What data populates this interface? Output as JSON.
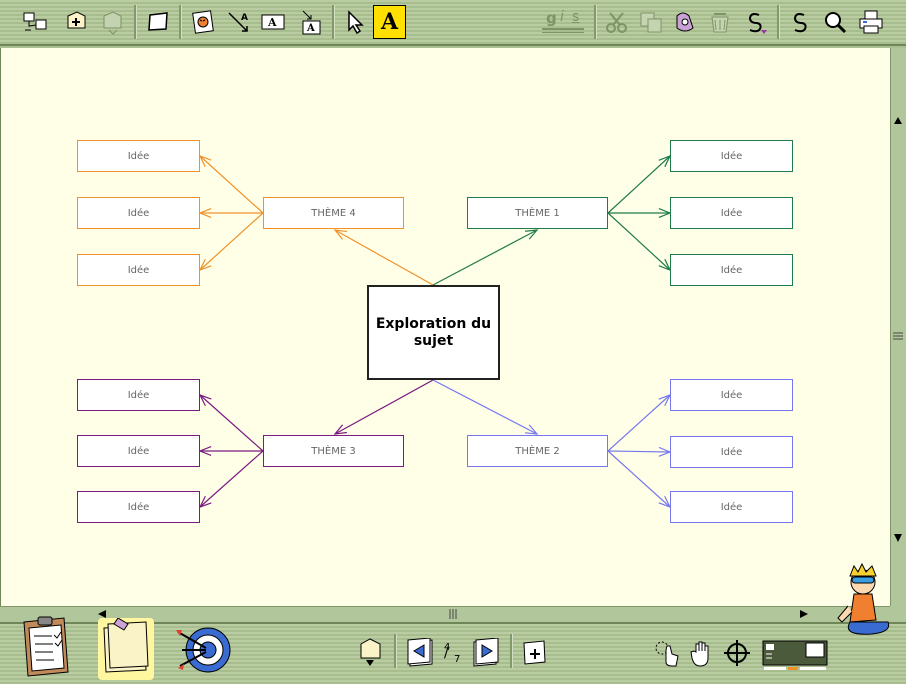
{
  "toolbar": {
    "format_letters": [
      "g",
      "i",
      "s"
    ],
    "text_tool_glyph": "A",
    "label_glyph": "A"
  },
  "map": {
    "central": "Exploration du sujet",
    "themes": [
      {
        "label": "THÈME 1",
        "color": "#1f7a4d",
        "ideas": [
          "Idée",
          "Idée",
          "Idée"
        ]
      },
      {
        "label": "THÈME 2",
        "color": "#7878ee",
        "ideas": [
          "Idée",
          "Idée",
          "Idée"
        ]
      },
      {
        "label": "THÈME 3",
        "color": "#7a1a82",
        "ideas": [
          "Idée",
          "Idée",
          "Idée"
        ]
      },
      {
        "label": "THÈME 4",
        "color": "#f0912a",
        "ideas": [
          "Idée",
          "Idée",
          "Idée"
        ]
      }
    ]
  },
  "navigation": {
    "page_current": "4",
    "page_total": "7"
  },
  "colors": {
    "canvas_bg": "#ffffe8",
    "toolbar_bg": "#b0c596",
    "highlight_yellow": "#ffe000"
  }
}
